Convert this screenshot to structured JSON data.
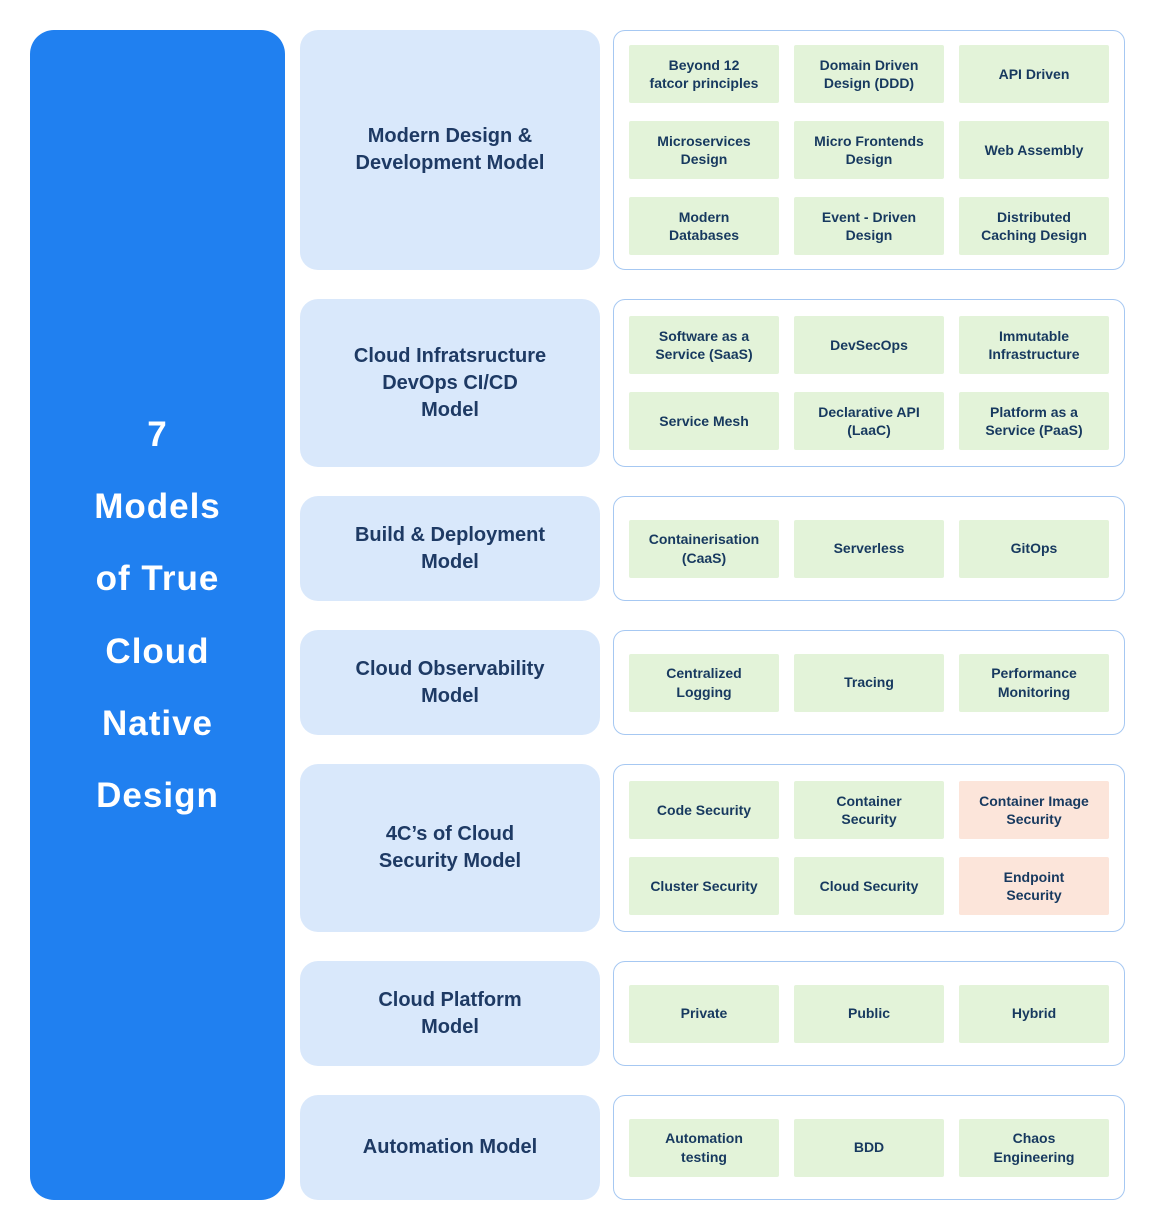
{
  "title": "7 Models of True Cloud Native Design",
  "sidebar": {
    "title_lines": [
      "7",
      "Models",
      "of True",
      "Cloud",
      "Native",
      "Design"
    ]
  },
  "colors": {
    "sidebar_blue": "#2080f0",
    "category_box_bg": "#d9e8fb",
    "panel_border": "#a6c8f2",
    "chip_green": "#e3f3d9",
    "chip_pink": "#fce5da",
    "text_navy": "#1b3a60",
    "sidebar_text": "#ffffff"
  },
  "rows": [
    {
      "category": "Modern Design &\nDevelopment Model",
      "chips": [
        {
          "label": "Beyond 12\nfatcor principles",
          "variant": "green"
        },
        {
          "label": "Domain Driven\nDesign (DDD)",
          "variant": "green"
        },
        {
          "label": "API Driven",
          "variant": "green"
        },
        {
          "label": "Microservices\nDesign",
          "variant": "green"
        },
        {
          "label": "Micro Frontends\nDesign",
          "variant": "green"
        },
        {
          "label": "Web Assembly",
          "variant": "green"
        },
        {
          "label": "Modern\nDatabases",
          "variant": "green"
        },
        {
          "label": "Event - Driven\nDesign",
          "variant": "green"
        },
        {
          "label": "Distributed\nCaching Design",
          "variant": "green"
        }
      ]
    },
    {
      "category": "Cloud Infratsructure\nDevOps CI/CD\nModel",
      "chips": [
        {
          "label": "Software as a\nService (SaaS)",
          "variant": "green"
        },
        {
          "label": "DevSecOps",
          "variant": "green"
        },
        {
          "label": "Immutable\nInfrastructure",
          "variant": "green"
        },
        {
          "label": "Service Mesh",
          "variant": "green"
        },
        {
          "label": "Declarative API\n(LaaC)",
          "variant": "green"
        },
        {
          "label": "Platform as a\nService (PaaS)",
          "variant": "green"
        }
      ]
    },
    {
      "category": "Build & Deployment\nModel",
      "chips": [
        {
          "label": "Containerisation\n(CaaS)",
          "variant": "green"
        },
        {
          "label": "Serverless",
          "variant": "green"
        },
        {
          "label": "GitOps",
          "variant": "green"
        }
      ]
    },
    {
      "category": "Cloud Observability\nModel",
      "chips": [
        {
          "label": "Centralized\nLogging",
          "variant": "green"
        },
        {
          "label": "Tracing",
          "variant": "green"
        },
        {
          "label": "Performance\nMonitoring",
          "variant": "green"
        }
      ]
    },
    {
      "category": "4C’s of Cloud\nSecurity Model",
      "chips": [
        {
          "label": "Code Security",
          "variant": "green"
        },
        {
          "label": "Container\nSecurity",
          "variant": "green"
        },
        {
          "label": "Container Image\nSecurity",
          "variant": "pink"
        },
        {
          "label": "Cluster Security",
          "variant": "green"
        },
        {
          "label": "Cloud Security",
          "variant": "green"
        },
        {
          "label": "Endpoint\nSecurity",
          "variant": "pink"
        }
      ]
    },
    {
      "category": "Cloud Platform\nModel",
      "chips": [
        {
          "label": "Private",
          "variant": "green"
        },
        {
          "label": "Public",
          "variant": "green"
        },
        {
          "label": "Hybrid",
          "variant": "green"
        }
      ]
    },
    {
      "category": "Automation Model",
      "chips": [
        {
          "label": "Automation\ntesting",
          "variant": "green"
        },
        {
          "label": "BDD",
          "variant": "green"
        },
        {
          "label": "Chaos\nEngineering",
          "variant": "green"
        }
      ]
    }
  ]
}
